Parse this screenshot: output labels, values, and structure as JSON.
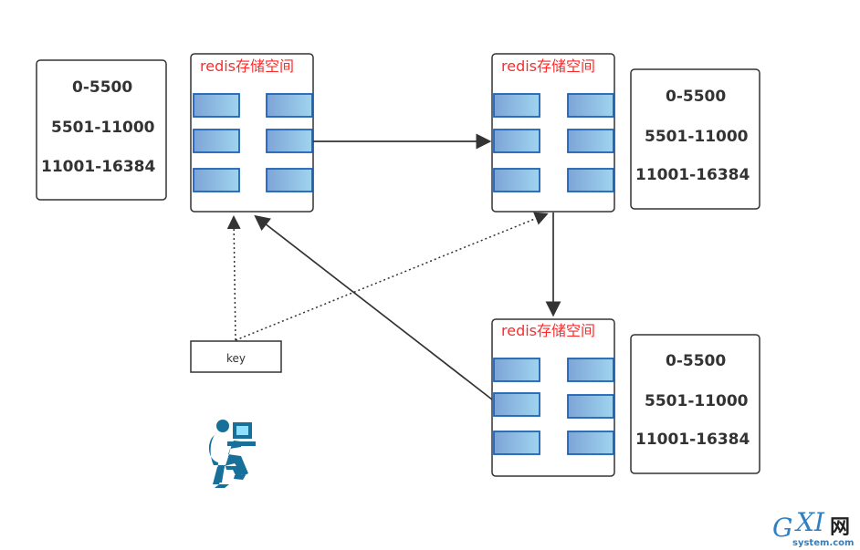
{
  "diagram": {
    "storage_title": "redis存储空间",
    "key_label": "key",
    "ranges": [
      "0-5500",
      "5501-11000",
      "11001-16384"
    ]
  },
  "watermark": {
    "g": "G",
    "xi": "XI",
    "cn": "网",
    "site": "system.com"
  },
  "colors": {
    "accent_red": "#ff2a2a",
    "slot_blue": "#1f63b6",
    "line_dark": "#333333",
    "user_blue": "#16709a"
  }
}
